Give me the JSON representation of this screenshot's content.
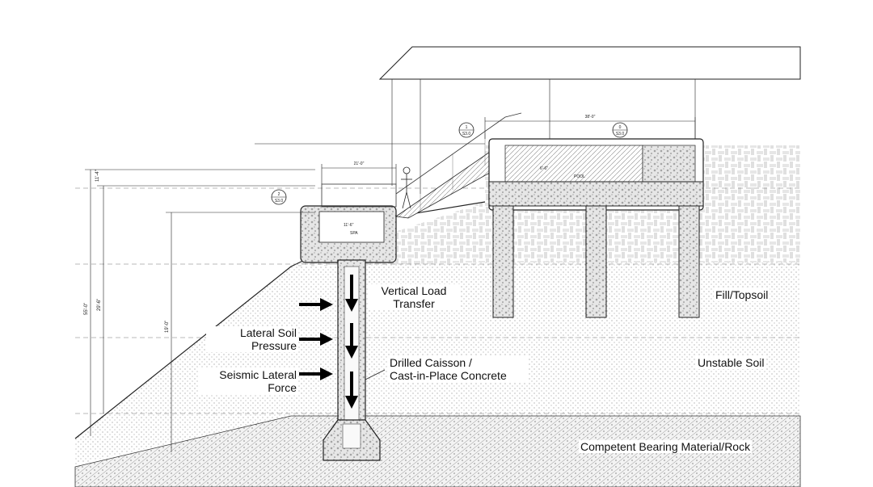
{
  "labels": {
    "vertical_load_1": "Vertical Load",
    "vertical_load_2": "Transfer",
    "lateral_soil_1": "Lateral Soil",
    "lateral_soil_2": "Pressure",
    "seismic_1": "Seismic Lateral",
    "seismic_2": "Force",
    "caisson_1": "Drilled Caisson /",
    "caisson_2": "Cast-in-Place Concrete",
    "fill": "Fill/Topsoil",
    "unstable": "Unstable Soil",
    "rock": "Competent Bearing Material/Rock",
    "pool": "POOL",
    "spa": "SPA"
  },
  "dimensions": {
    "top_width": "38'-0\"",
    "spa_width": "21'-0\"",
    "pool_depth": "6'-6\"",
    "spa_depth": "11'-6\"",
    "left_top": "11'-4\"",
    "left_total": "55'-0\"",
    "left_mid": "29'-6\"",
    "left_inner": "19'-0\""
  },
  "section_markers": [
    {
      "number": "1",
      "sheet": "S3.0"
    },
    {
      "number": "2",
      "sheet": "S3.0"
    },
    {
      "number": "0",
      "sheet": "S3.0"
    }
  ],
  "colors": {
    "line": "#1a1a1a",
    "concrete": "#e8e8e8",
    "arrow": "#000000"
  }
}
